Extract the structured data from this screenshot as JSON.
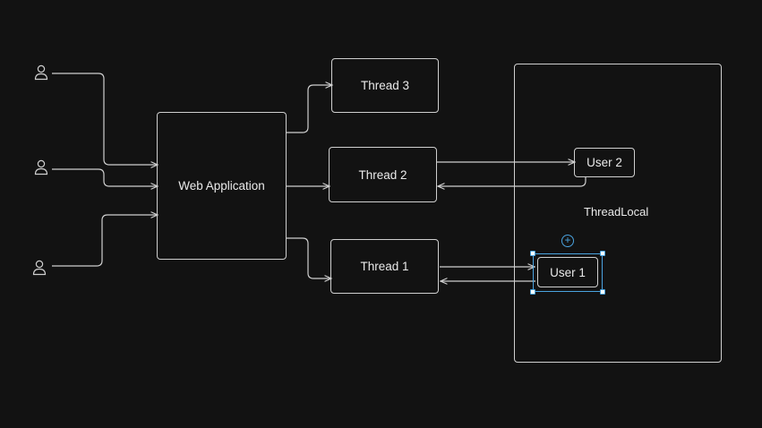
{
  "nodes": {
    "web_application": "Web Application",
    "thread_3": "Thread 3",
    "thread_2": "Thread 2",
    "thread_1": "Thread 1",
    "user_2": "User 2",
    "user_1": "User 1",
    "threadlocal": "ThreadLocal"
  },
  "icons": {
    "user": "user-icon",
    "add": "plus-circle-icon"
  },
  "colors": {
    "background": "#121212",
    "stroke": "#cfcfcf",
    "text": "#eaeaea",
    "selection": "#4aa3df"
  }
}
